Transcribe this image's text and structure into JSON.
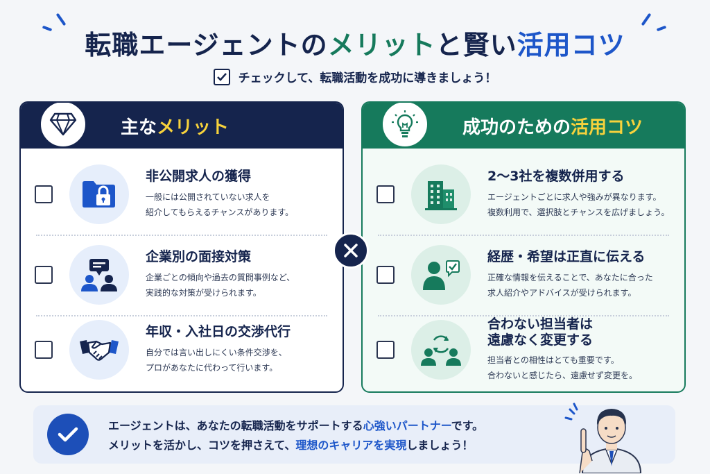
{
  "title": {
    "part1": "転職エージェントの",
    "part2": "メリット",
    "part3": "と賢い",
    "part4": "活用コツ"
  },
  "subtitle": "チェックして、転職活動を成功に導きましょう！",
  "left_panel": {
    "heading_prefix": "主な",
    "heading_highlight": "メリット",
    "icon": "diamond-icon",
    "items": [
      {
        "title": "非公開求人の獲得",
        "desc1": "一般には公開されていない求人を",
        "desc2": "紹介してもらえるチャンスがあります。",
        "icon": "lock-folder-icon"
      },
      {
        "title": "企業別の面接対策",
        "desc1": "企業ごとの傾向や過去の質問事例など、",
        "desc2": "実践的な対策が受けられます。",
        "icon": "interview-icon"
      },
      {
        "title": "年収・入社日の交渉代行",
        "desc1": "自分では言い出しにくい条件交渉を、",
        "desc2": "プロがあなたに代わって行います。",
        "icon": "handshake-icon"
      }
    ]
  },
  "right_panel": {
    "heading_prefix": "成功のための",
    "heading_highlight": "活用コツ",
    "icon": "lightbulb-icon",
    "items": [
      {
        "title1": "2〜3社を複数併用する",
        "title2": "",
        "desc1": "エージェントごとに求人や強みが異なります。",
        "desc2": "複数利用で、選択肢とチャンスを広げましょう。",
        "icon": "buildings-icon"
      },
      {
        "title1": "経歴・希望は正直に伝える",
        "title2": "",
        "desc1": "正確な情報を伝えることで、あなたに合った",
        "desc2": "求人紹介やアドバイスが受けられます。",
        "icon": "person-check-icon"
      },
      {
        "title1": "合わない担当者は",
        "title2": "遠慮なく変更する",
        "desc1": "担当者との相性はとても重要です。",
        "desc2": "合わないと感じたら、遠慮せず変更を。",
        "icon": "swap-people-icon"
      }
    ]
  },
  "bottom": {
    "line1_a": "エージェントは、あなたの転職活動をサポートする",
    "line1_hl": "心強いパートナー",
    "line1_b": "です。",
    "line2_a": "メリットを活かし、コツを押さえて、",
    "line2_hl": "理想のキャリアを実現",
    "line2_b": "しましょう！"
  },
  "colors": {
    "navy": "#15244d",
    "green": "#167a5c",
    "blue": "#1d56c9",
    "yellow": "#f7d23c"
  }
}
